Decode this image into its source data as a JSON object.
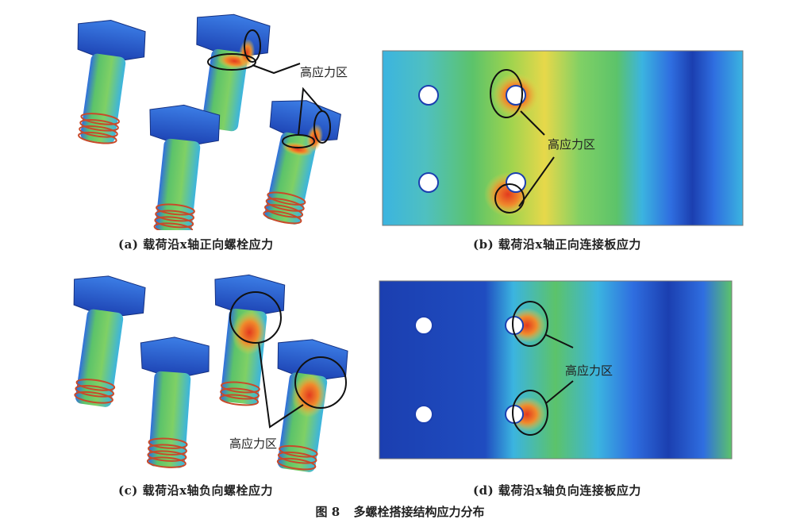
{
  "figure": {
    "number": "图 8",
    "title": "多螺栓搭接结构应力分布"
  },
  "panels": [
    {
      "label": "(a)",
      "caption": "载荷沿x轴正向螺栓应力",
      "callout": "高应力区"
    },
    {
      "label": "(b)",
      "caption": "载荷沿x轴正向连接板应力",
      "callout": "高应力区"
    },
    {
      "label": "(c)",
      "caption": "载荷沿x轴负向螺栓应力",
      "callout": "高应力区"
    },
    {
      "label": "(d)",
      "caption": "载荷沿x轴负向连接板应力",
      "callout": "高应力区"
    }
  ],
  "colors": {
    "blue_dark": "#1b3fb0",
    "blue": "#2f6ee0",
    "cyan": "#3bb4e0",
    "green": "#5cc36a",
    "yellow": "#e7d84a",
    "orange": "#f08a2c",
    "red": "#e33a1e"
  }
}
